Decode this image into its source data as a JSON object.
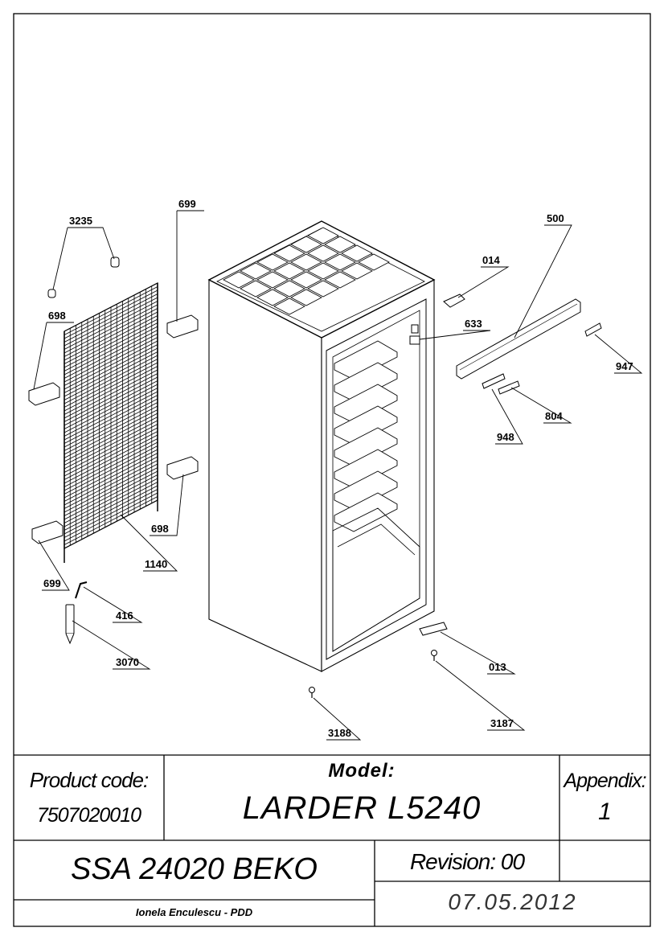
{
  "diagram": {
    "callouts": [
      {
        "id": "3235",
        "label": "3235"
      },
      {
        "id": "699a",
        "label": "699"
      },
      {
        "id": "698a",
        "label": "698"
      },
      {
        "id": "698b",
        "label": "698"
      },
      {
        "id": "699b",
        "label": "699"
      },
      {
        "id": "1140",
        "label": "1140"
      },
      {
        "id": "416",
        "label": "416"
      },
      {
        "id": "3070",
        "label": "3070"
      },
      {
        "id": "500",
        "label": "500"
      },
      {
        "id": "014",
        "label": "014"
      },
      {
        "id": "633",
        "label": "633"
      },
      {
        "id": "947",
        "label": "947"
      },
      {
        "id": "804",
        "label": "804"
      },
      {
        "id": "948",
        "label": "948"
      },
      {
        "id": "013",
        "label": "013"
      },
      {
        "id": "3187",
        "label": "3187"
      },
      {
        "id": "3188",
        "label": "3188"
      }
    ]
  },
  "title_block": {
    "product_code_label": "Product code:",
    "product_code": "7507020010",
    "model_label": "Model:",
    "model": "LARDER L5240",
    "appendix_label": "Appendix:",
    "appendix": "1",
    "ssa": "SSA 24020 BEKO",
    "revision": "Revision: 00",
    "author": "Ionela Enculescu - PDD",
    "date": "07.05.2012"
  }
}
